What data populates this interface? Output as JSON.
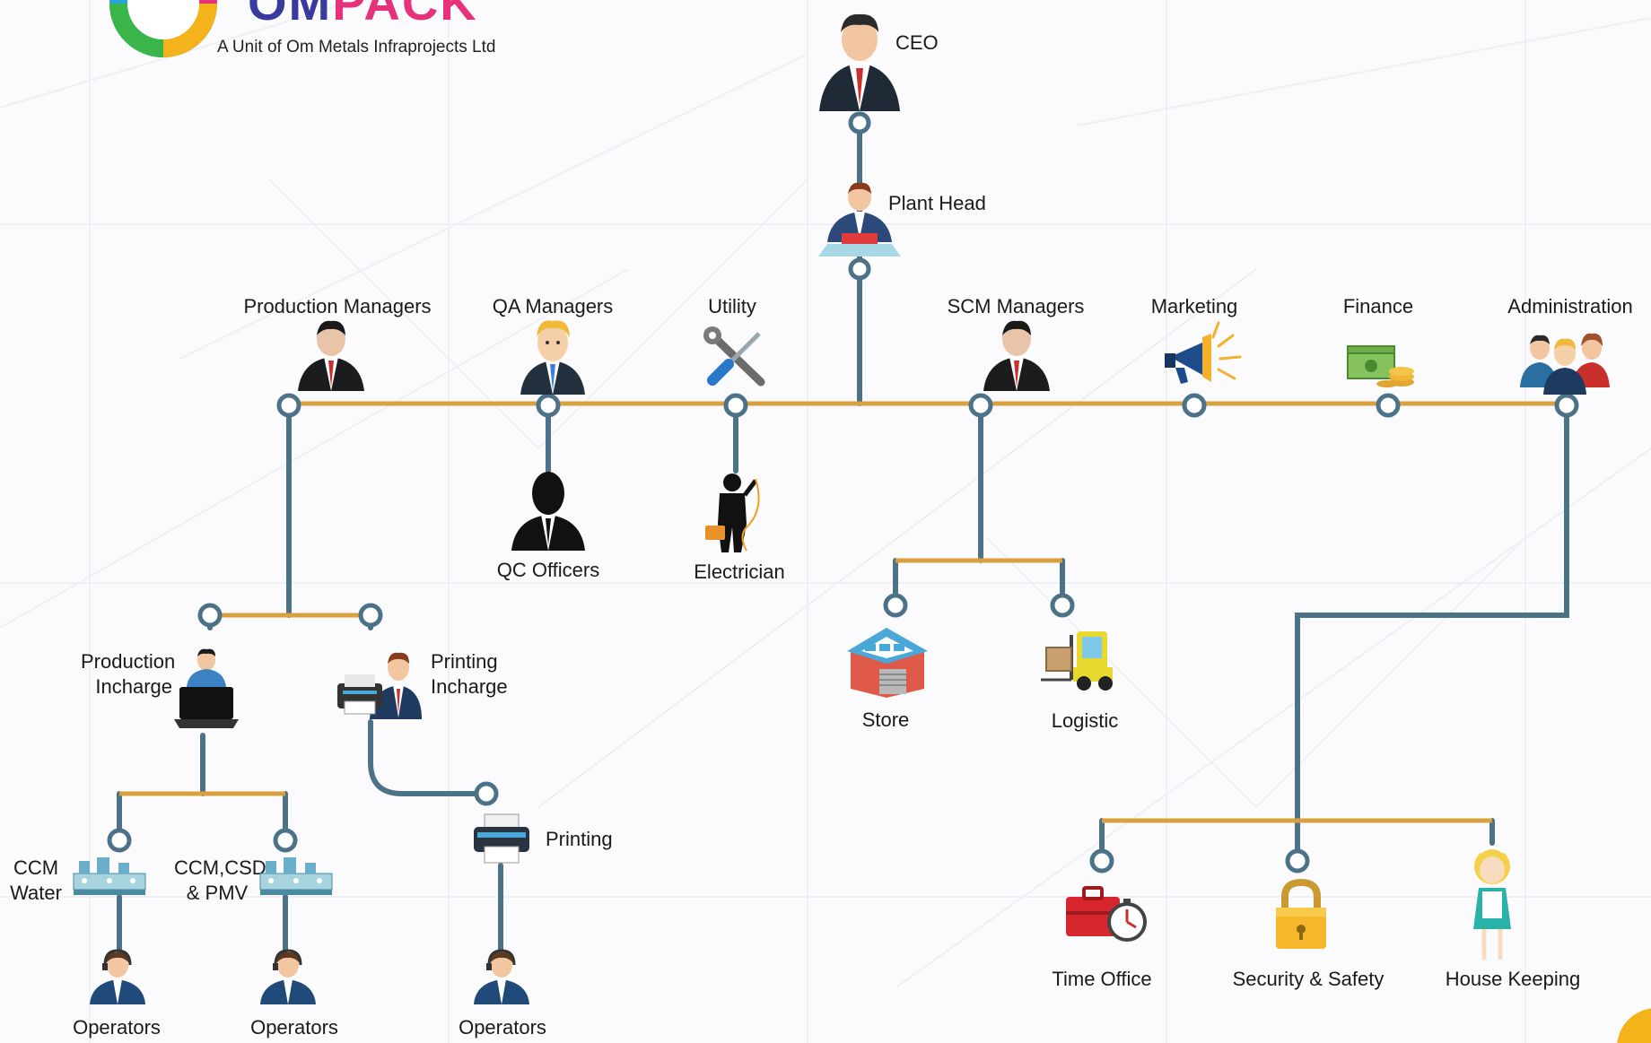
{
  "brand": {
    "name_part1": "OM",
    "name_part2": "PACK",
    "tagline": "A Unit of Om Metals Infraprojects Ltd",
    "colors": {
      "om": "#3a3a9e",
      "pack": "#e6327a"
    }
  },
  "colors": {
    "trunk": "#4c7288",
    "branch": "#d9a040",
    "node_ring": "#4c7288"
  },
  "nodes": {
    "ceo": "CEO",
    "plant_head": "Plant Head",
    "production_managers": "Production Managers",
    "qa_managers": "QA Managers",
    "utility": "Utility",
    "scm_managers": "SCM Managers",
    "marketing": "Marketing",
    "finance": "Finance",
    "administration": "Administration",
    "qc_officers": "QC Officers",
    "electrician": "Electrician",
    "store": "Store",
    "logistic": "Logistic",
    "production_incharge_1": "Production",
    "production_incharge_2": "Incharge",
    "printing_incharge_1": "Printing",
    "printing_incharge_2": "Incharge",
    "printing": "Printing",
    "ccm_water_1": "CCM",
    "ccm_water_2": "Water",
    "ccm_csd_1": "CCM,CSD",
    "ccm_csd_2": "& PMV",
    "operators_1": "Operators",
    "operators_2": "Operators",
    "operators_3": "Operators",
    "time_office": "Time Office",
    "security_safety": "Security & Safety",
    "house_keeping": "House Keeping"
  },
  "icons": [
    "ceo-person-icon",
    "plant-head-person-icon",
    "manager-person-icon",
    "qa-manager-person-icon",
    "wrench-screwdriver-icon",
    "megaphone-icon",
    "money-coins-icon",
    "team-group-icon",
    "qc-officer-silhouette-icon",
    "electrician-icon",
    "store-building-icon",
    "forklift-icon",
    "laptop-person-icon",
    "printer-person-icon",
    "printer-icon",
    "factory-machine-icon",
    "headset-operator-icon",
    "briefcase-stopwatch-icon",
    "padlock-icon",
    "housekeeper-icon"
  ]
}
